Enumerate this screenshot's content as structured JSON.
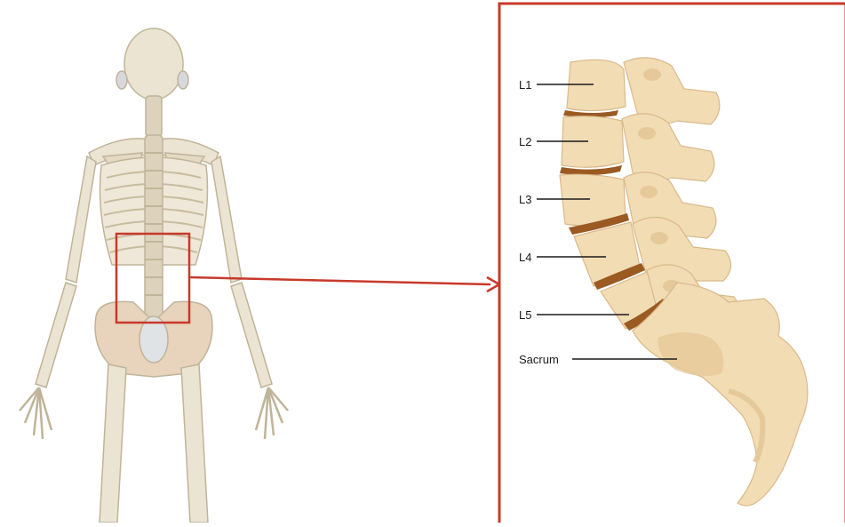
{
  "labels": {
    "l1": "L1",
    "l2": "L2",
    "l3": "L3",
    "l4": "L4",
    "l5": "L5",
    "sacrum": "Sacrum"
  },
  "colors": {
    "highlight": "#c8392b",
    "bone": "#f2dcb4",
    "bone_shade": "#e6c99a",
    "bone_outline": "#d9b98a",
    "disc": "#9a5a22",
    "skeleton_bone": "#ece4d2",
    "skeleton_shadow": "#bfb49a",
    "label_line": "#1a1a1a"
  },
  "icons": {
    "figure": "skeleton-posterior-view",
    "arrow": "arrow-right-icon"
  }
}
